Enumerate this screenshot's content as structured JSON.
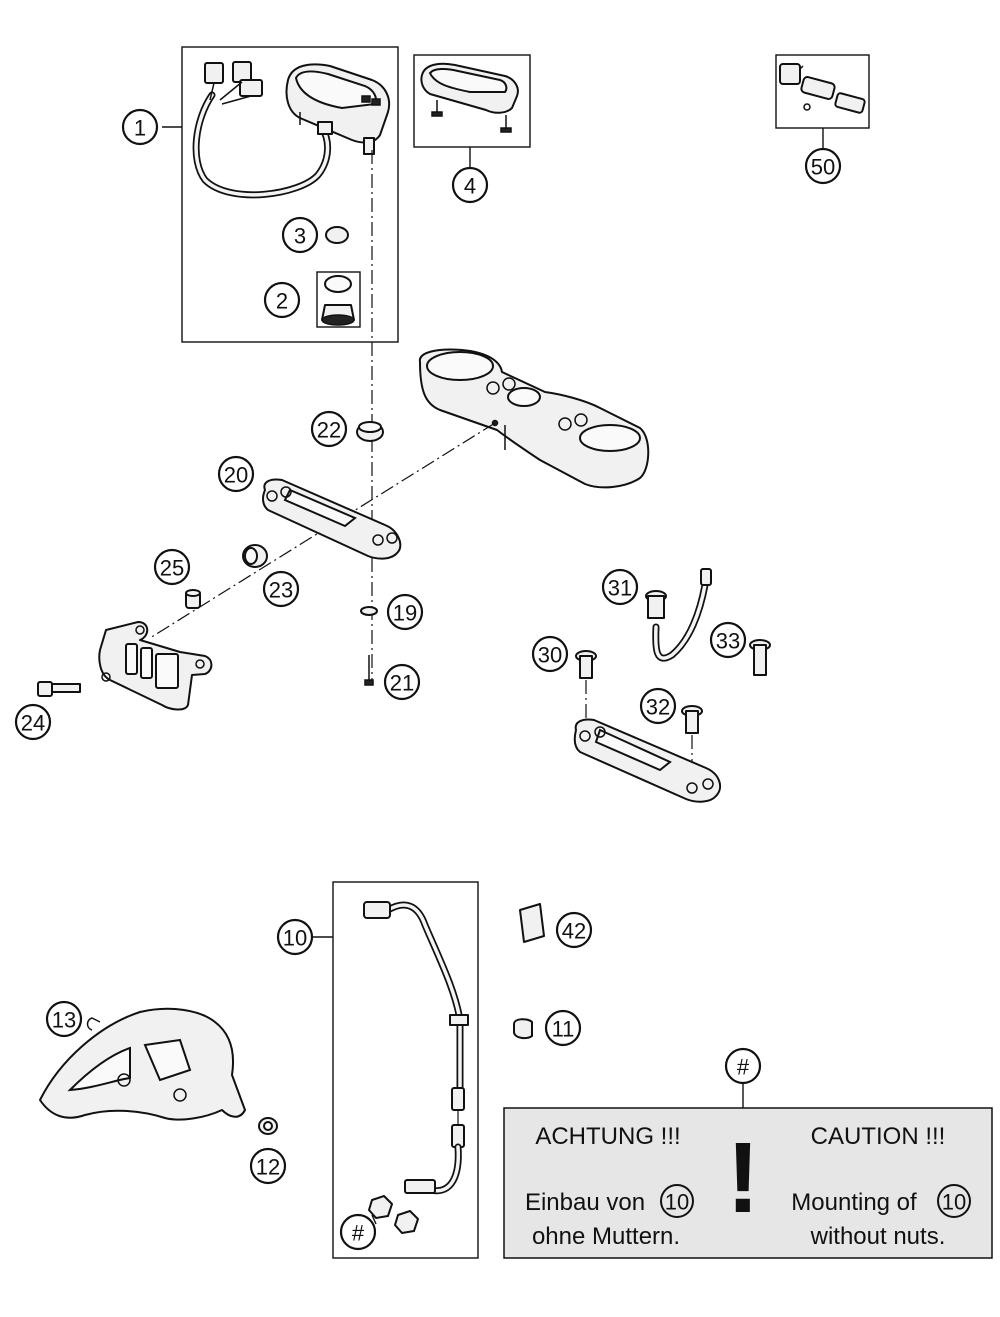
{
  "callouts": {
    "c1": "1",
    "c2": "2",
    "c3": "3",
    "c4": "4",
    "c50": "50",
    "c22": "22",
    "c20": "20",
    "c25": "25",
    "c23": "23",
    "c19": "19",
    "c21": "21",
    "c24": "24",
    "c31": "31",
    "c33": "33",
    "c30": "30",
    "c32": "32",
    "c10": "10",
    "c42": "42",
    "c11": "11",
    "c13": "13",
    "c12": "12",
    "hash_top": "#",
    "hash_bottom": "#"
  },
  "warning": {
    "de_title": "ACHTUNG !!!",
    "de_line1": "Einbau von",
    "de_ref": "10",
    "de_line2": "ohne Muttern.",
    "en_title": "CAUTION !!!",
    "en_line1": "Mounting of",
    "en_ref": "10",
    "en_line2": "without nuts.",
    "symbol": "!",
    "background_color": "#e6e6e6"
  }
}
